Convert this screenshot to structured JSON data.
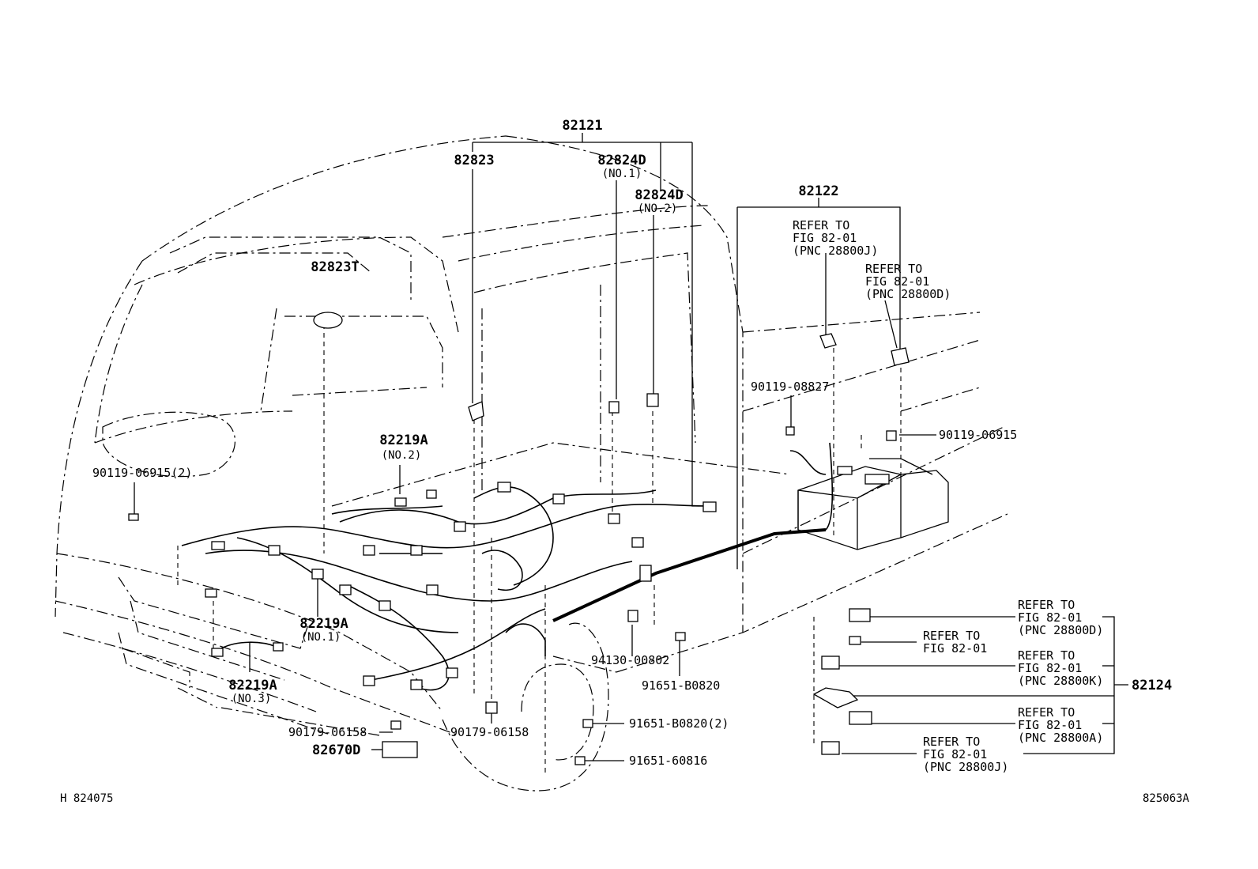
{
  "labels": {
    "p82121": "82121",
    "p82823": "82823",
    "p82824d_1": "82824D",
    "p82824d_1_sub": "(NO.1)",
    "p82824d_2": "82824D",
    "p82824d_2_sub": "(NO.2)",
    "p82823t": "82823T",
    "p82122": "82122",
    "ref_top_a1": "REFER TO",
    "ref_top_a2": "FIG 82-01",
    "ref_top_a3": "(PNC 28800J)",
    "ref_top_b1": "REFER TO",
    "ref_top_b2": "FIG 82-01",
    "ref_top_b3": "(PNC 28800D)",
    "p90119_08827": "90119-08827",
    "p90119_06915": "90119-06915",
    "p90119_06915_2": "90119-06915(2)",
    "p82219a_2": "82219A",
    "p82219a_2_sub": "(NO.2)",
    "p82219a_1": "82219A",
    "p82219a_1_sub": "(NO.1)",
    "p82219a_3": "82219A",
    "p82219a_3_sub": "(NO.3)",
    "p94130": "94130-00802",
    "p91651_b0820": "91651-B0820",
    "p91651_b0820_2": "91651-B0820(2)",
    "p91651_60816": "91651-60816",
    "p90179_left": "90179-06158",
    "p90179_mid": "90179-06158",
    "p82670d": "82670D",
    "p82124": "82124",
    "ref_r1_1": "REFER TO",
    "ref_r1_2": "FIG 82-01",
    "ref_r1_3": "(PNC 28800D)",
    "ref_r2_1": "REFER TO",
    "ref_r2_2": "FIG 82-01",
    "ref_r3_1": "REFER TO",
    "ref_r3_2": "FIG 82-01",
    "ref_r3_3": "(PNC 28800K)",
    "ref_r4_1": "REFER TO",
    "ref_r4_2": "FIG 82-01",
    "ref_r4_3": "(PNC 28800A)",
    "ref_r5_1": "REFER TO",
    "ref_r5_2": "FIG 82-01",
    "ref_r5_3": "(PNC 28800J)",
    "code_left": "H 824075",
    "code_right": "825063A"
  }
}
